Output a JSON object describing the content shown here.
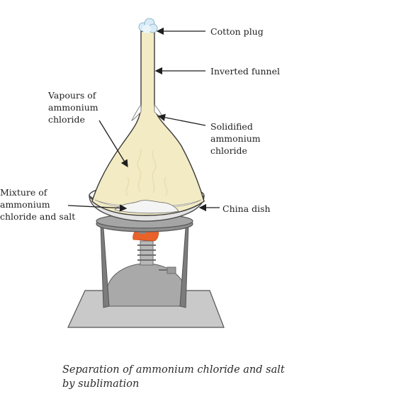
{
  "labels": {
    "cotton_plug": "Cotton plug",
    "inverted_funnel": "Inverted funnel",
    "vapours": "Vapours of\nammonium\nchloride",
    "solidified": "Solidified\nammonium\nchloride",
    "mixture": "Mixture of\nammonium\nchloride and salt",
    "china_dish": "China dish"
  },
  "caption": "Separation of ammonium chloride and salt\nby sublimation",
  "colors": {
    "funnel_fill": "#f3ebc4",
    "funnel_stroke": "#3a3a3a",
    "stand": "#8e8e8e",
    "stand_dark": "#6e6e6e",
    "burner": "#a9a9a9",
    "base_plate": "#c9c9c9",
    "flame": "#e8622a",
    "cotton": "#d8ecf7"
  }
}
